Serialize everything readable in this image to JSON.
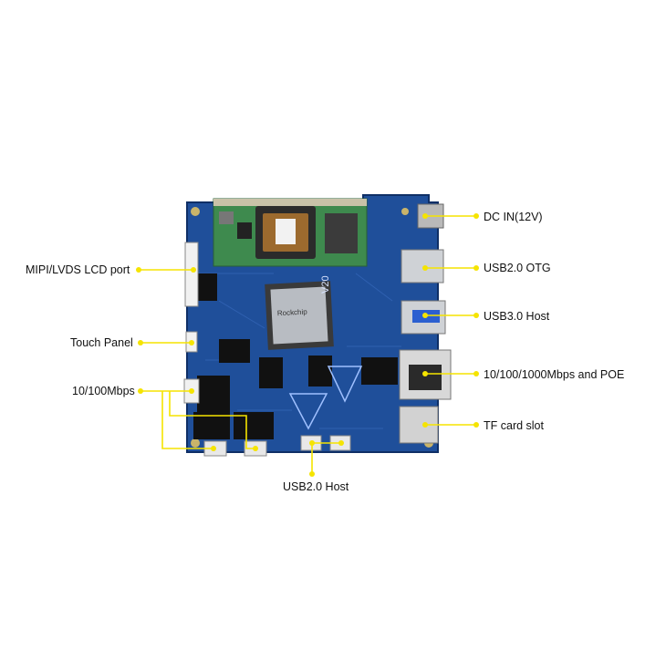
{
  "diagram": {
    "subject": "Development board with interface callouts",
    "callout_color": "#f5e400",
    "board_color": "#1f4f9a",
    "labels": {
      "mipi_lvds": "MIPI/LVDS LCD port",
      "touch_panel": "Touch Panel",
      "ethernet_100": "10/100Mbps",
      "usb2_host": "USB2.0 Host",
      "dc_in": "DC IN(12V)",
      "usb2_otg": "USB2.0 OTG",
      "usb3_host": "USB3.0 Host",
      "ethernet_1000_poe": "10/100/1000Mbps and POE",
      "tf_card": "TF card slot"
    },
    "board_silkscreen": {
      "soc_brand": "Rockchip",
      "version": "V20"
    }
  }
}
